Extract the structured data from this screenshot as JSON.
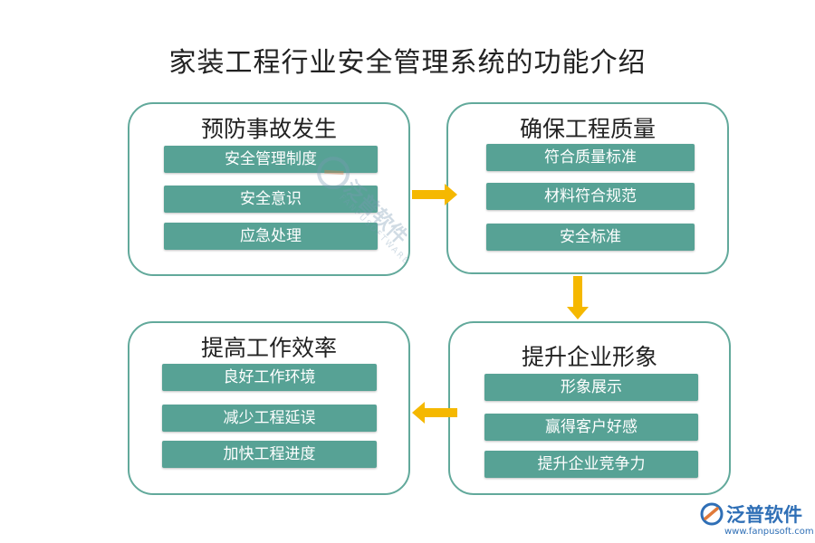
{
  "title": "家装工程行业安全管理系统的功能介绍",
  "boxes": [
    {
      "title": "预防事故发生",
      "items": [
        "安全管理制度",
        "安全意识",
        "应急处理"
      ]
    },
    {
      "title": "确保工程质量",
      "items": [
        "符合质量标准",
        "材料符合规范",
        "安全标准"
      ]
    },
    {
      "title": "提升企业形象",
      "items": [
        "形象展示",
        "赢得客户好感",
        "提升企业竞争力"
      ]
    },
    {
      "title": "提高工作效率",
      "items": [
        "良好工作环境",
        "减少工程延误",
        "加快工程进度"
      ]
    }
  ],
  "watermark": {
    "text": "泛普软件",
    "sub": "FANPUSOFTWARE"
  },
  "logo": {
    "name": "泛普软件",
    "url": "www.fanpusoft.com"
  },
  "colors": {
    "border": "#62a99b",
    "item_bg": "#57a295",
    "arrow": "#f5b800",
    "logo": "#2f6fb6"
  }
}
